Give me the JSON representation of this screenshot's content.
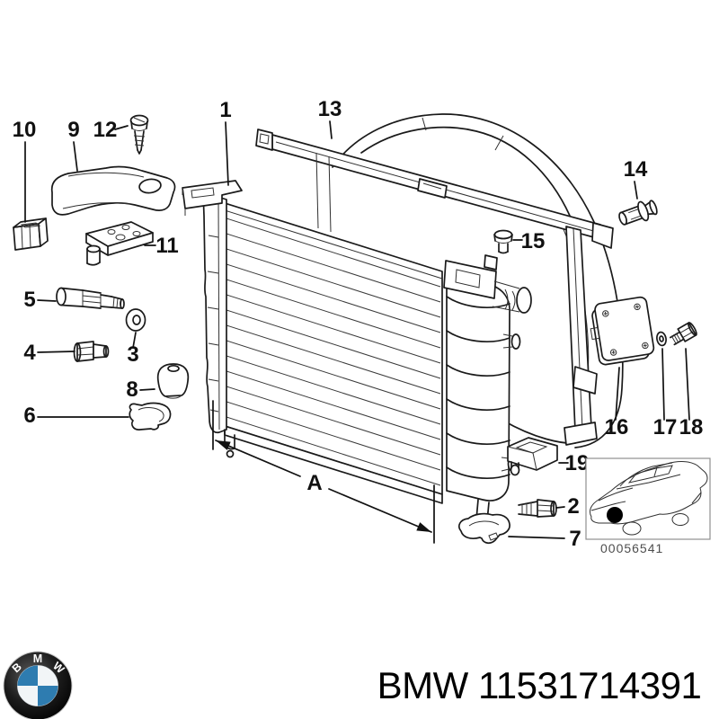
{
  "page": {
    "background": "#ffffff"
  },
  "diagram": {
    "subject": "radiator-exploded-parts-diagram",
    "line_color": "#1a1a1a",
    "dimension_label": "A",
    "callouts": [
      {
        "label": "1"
      },
      {
        "label": "2"
      },
      {
        "label": "3"
      },
      {
        "label": "4"
      },
      {
        "label": "5"
      },
      {
        "label": "6"
      },
      {
        "label": "7"
      },
      {
        "label": "8"
      },
      {
        "label": "9"
      },
      {
        "label": "10"
      },
      {
        "label": "11"
      },
      {
        "label": "12"
      },
      {
        "label": "13"
      },
      {
        "label": "14"
      },
      {
        "label": "15"
      },
      {
        "label": "16"
      },
      {
        "label": "17"
      },
      {
        "label": "18"
      },
      {
        "label": "19"
      }
    ]
  },
  "thumbnail": {
    "code": "00056541",
    "border_color": "#8f8f8f",
    "marker_color": "#000000"
  },
  "footer": {
    "part_text": "BMW 11531714391",
    "text_color": "#000000"
  },
  "logo": {
    "letters": {
      "b": "B",
      "m": "M",
      "w": "W"
    },
    "ring_color": "#0a0a0a",
    "blue": "#2e7cb0",
    "quad_white": "#f2f5f7"
  }
}
